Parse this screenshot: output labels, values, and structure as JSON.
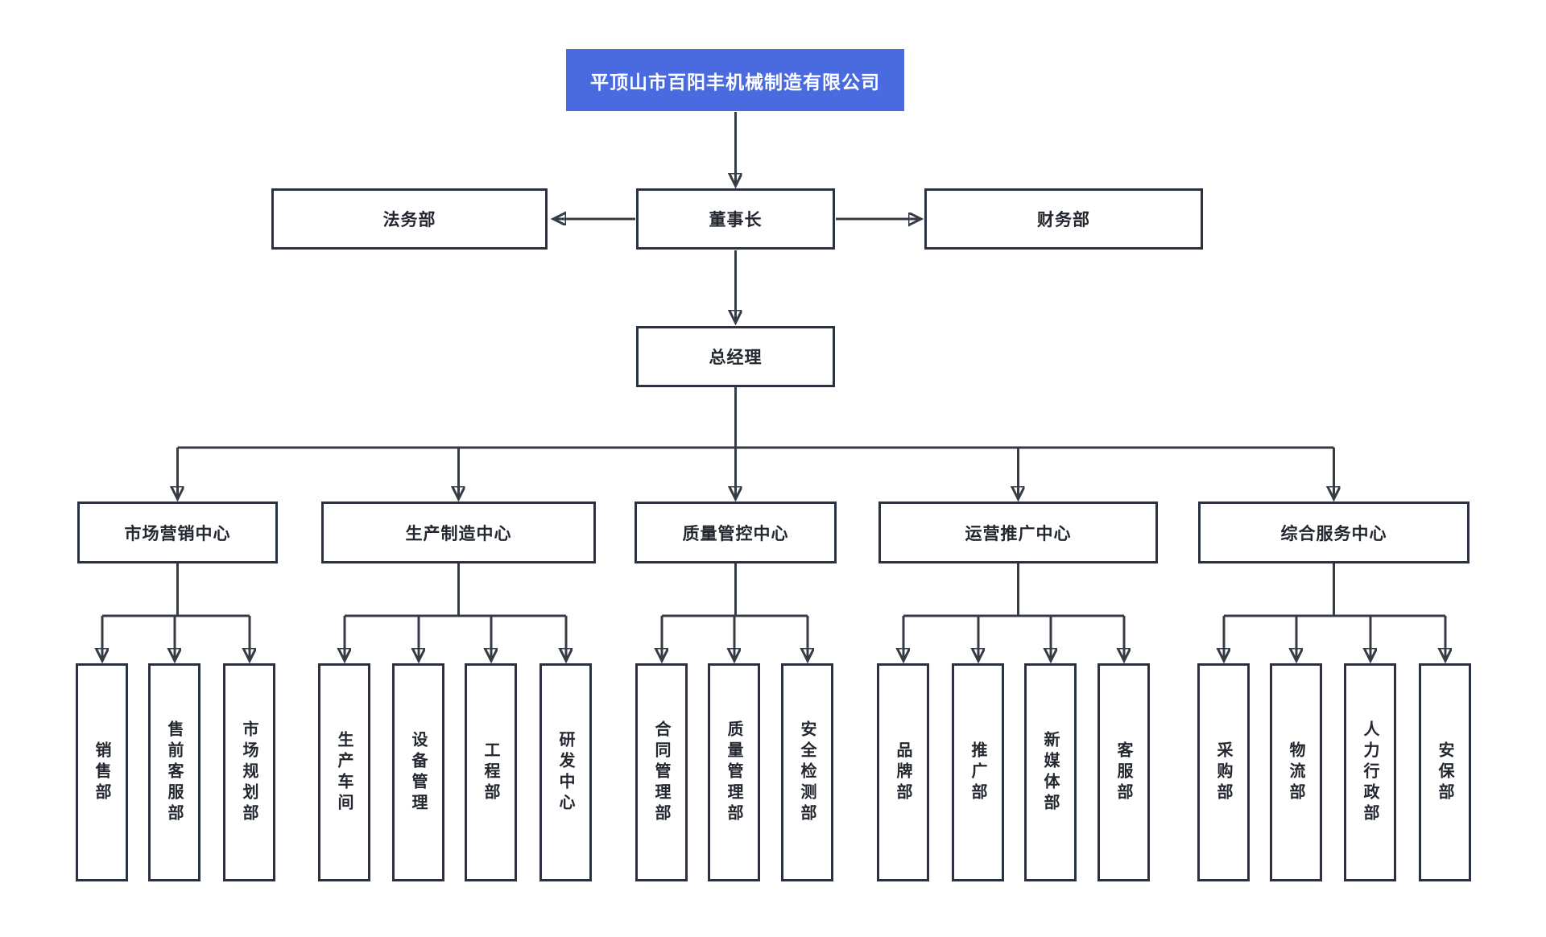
{
  "diagram": {
    "type": "org-chart",
    "company": {
      "label": "平顶山市百阳丰机械制造有限公司"
    },
    "board": {
      "chairman": {
        "label": "董事长"
      },
      "legal": {
        "label": "法务部"
      },
      "finance": {
        "label": "财务部"
      },
      "general_manager": {
        "label": "总经理"
      }
    },
    "centers": [
      {
        "label": "市场营销中心",
        "children": [
          "销售部",
          "售前客服部",
          "市场规划部"
        ]
      },
      {
        "label": "生产制造中心",
        "children": [
          "生产车间",
          "设备管理",
          "工程部",
          "研发中心"
        ]
      },
      {
        "label": "质量管控中心",
        "children": [
          "合同管理部",
          "质量管理部",
          "安全检测部"
        ]
      },
      {
        "label": "运营推广中心",
        "children": [
          "品牌部",
          "推广部",
          "新媒体部",
          "客服部"
        ]
      },
      {
        "label": "综合服务中心",
        "children": [
          "采购部",
          "物流部",
          "人力行政部",
          "安保部"
        ]
      }
    ],
    "colors": {
      "root_bg": "#4a6be0",
      "root_text": "#ffffff",
      "box_border": "#2a3140",
      "line": "#363c46",
      "text": "#23272f",
      "background": "#ffffff"
    }
  }
}
